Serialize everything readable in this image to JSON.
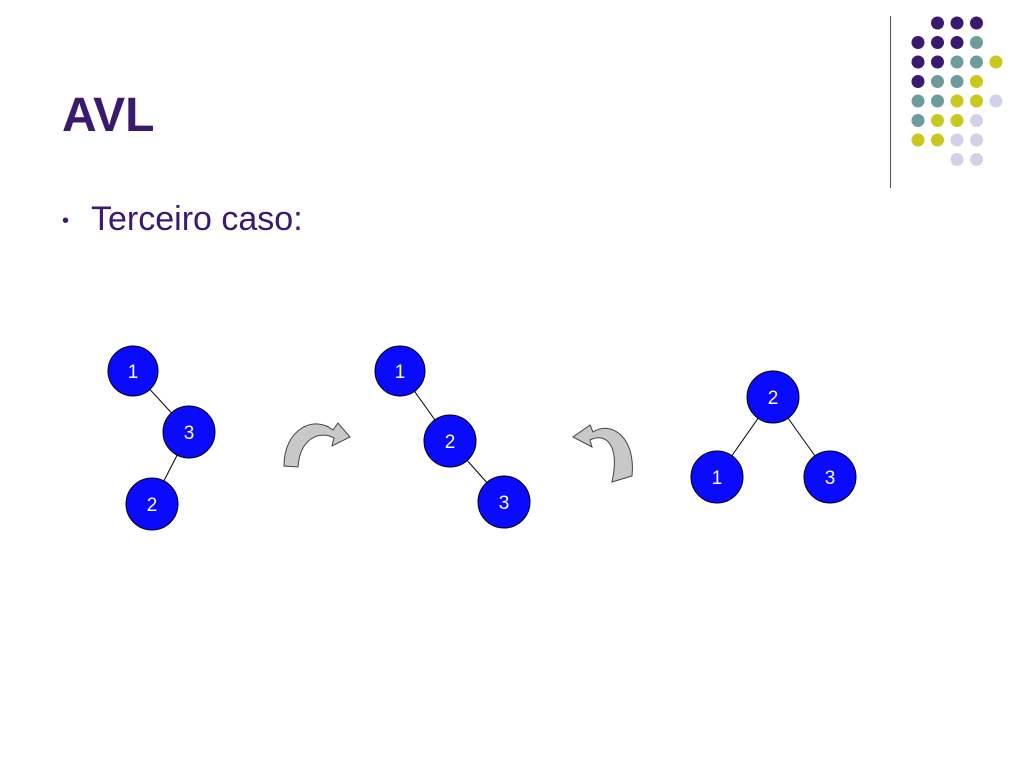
{
  "slide": {
    "title": "AVL",
    "bullet": "Terceiro caso:"
  },
  "colors": {
    "title": "#3a1a6e",
    "node_fill": "#0a0aff",
    "node_stroke": "#000000",
    "arrow_fill": "#c8c8c8",
    "deco_purple": "#3a1a6e",
    "deco_teal": "#6e9c9c",
    "deco_yellow": "#c8c81e",
    "deco_lavender": "#d2d2e6"
  },
  "trees": [
    {
      "name": "before",
      "nodes": [
        {
          "id": "n1",
          "label": "1"
        },
        {
          "id": "n3",
          "label": "3"
        },
        {
          "id": "n2",
          "label": "2"
        }
      ],
      "edges": [
        [
          "n1",
          "n3"
        ],
        [
          "n3",
          "n2"
        ]
      ]
    },
    {
      "name": "intermediate",
      "nodes": [
        {
          "id": "n1",
          "label": "1"
        },
        {
          "id": "n2",
          "label": "2"
        },
        {
          "id": "n3",
          "label": "3"
        }
      ],
      "edges": [
        [
          "n1",
          "n2"
        ],
        [
          "n2",
          "n3"
        ]
      ]
    },
    {
      "name": "after",
      "nodes": [
        {
          "id": "n2",
          "label": "2"
        },
        {
          "id": "n1",
          "label": "1"
        },
        {
          "id": "n3",
          "label": "3"
        }
      ],
      "edges": [
        [
          "n2",
          "n1"
        ],
        [
          "n2",
          "n3"
        ]
      ]
    }
  ],
  "decoration": {
    "dot_rows": [
      [
        "purple",
        "purple",
        "purple"
      ],
      [
        "purple",
        "purple",
        "purple",
        "teal"
      ],
      [
        "purple",
        "purple",
        "teal",
        "teal",
        "yellow"
      ],
      [
        "purple",
        "teal",
        "teal",
        "yellow"
      ],
      [
        "teal",
        "teal",
        "yellow",
        "yellow",
        "lavender"
      ],
      [
        "teal",
        "yellow",
        "yellow",
        "lavender"
      ],
      [
        "yellow",
        "yellow",
        "lavender",
        "lavender"
      ],
      [
        "lavender",
        "lavender"
      ]
    ]
  }
}
